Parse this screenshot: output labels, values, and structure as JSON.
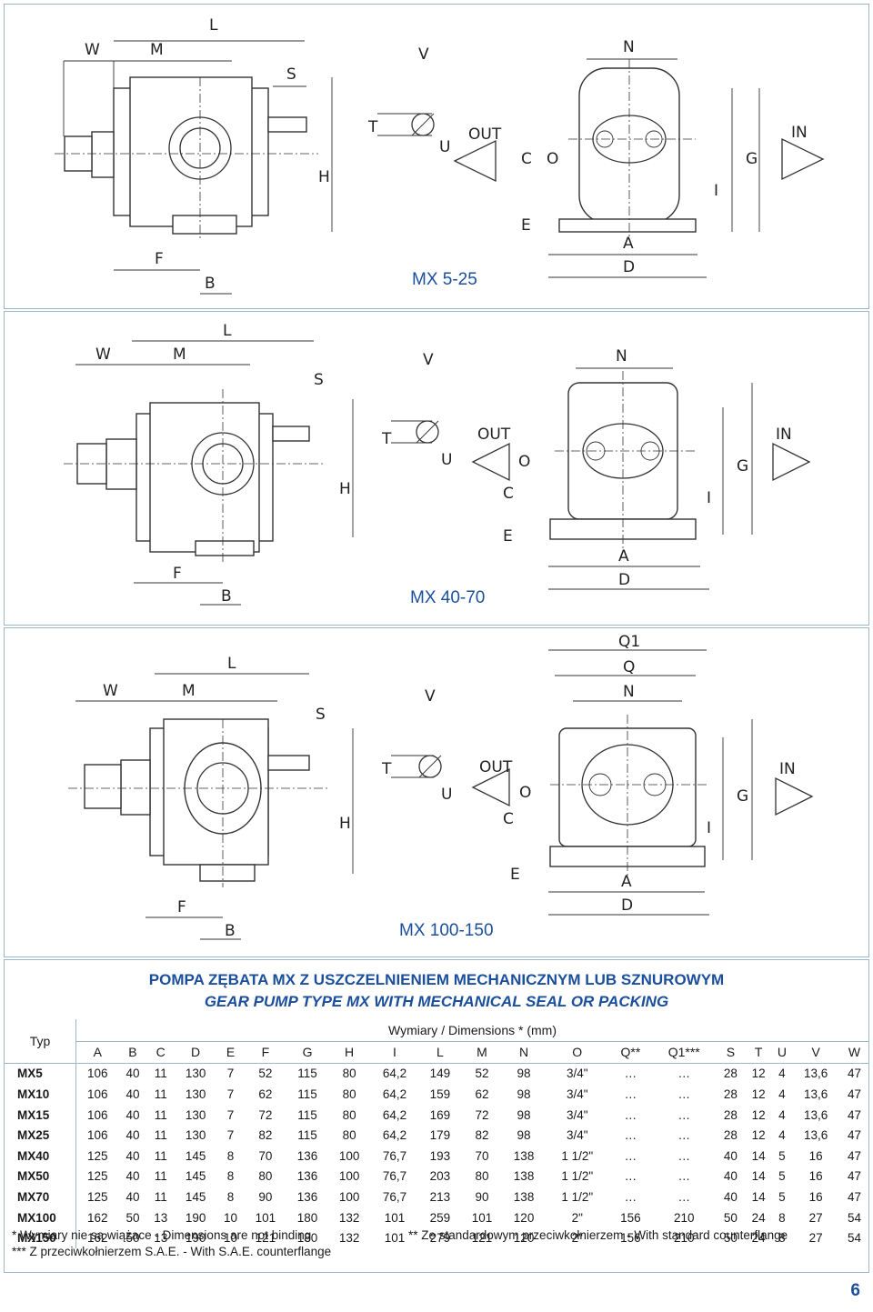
{
  "diagrams": [
    {
      "label": "MX 5-25",
      "dims": {
        "W": "W",
        "M": "M",
        "L": "L",
        "S": "S",
        "V": "V",
        "T": "T",
        "U": "U",
        "OUT": "OUT",
        "N": "N",
        "IN": "IN",
        "C": "C",
        "O": "O",
        "E": "E",
        "G": "G",
        "I": "I",
        "H": "H",
        "F": "F",
        "B": "B",
        "A": "A",
        "D": "D"
      }
    },
    {
      "label": "MX 40-70",
      "dims": {
        "W": "W",
        "M": "M",
        "L": "L",
        "S": "S",
        "V": "V",
        "T": "T",
        "U": "U",
        "OUT": "OUT",
        "N": "N",
        "IN": "IN",
        "C": "C",
        "O": "O",
        "E": "E",
        "G": "G",
        "I": "I",
        "H": "H",
        "F": "F",
        "B": "B",
        "A": "A",
        "D": "D"
      }
    },
    {
      "label": "MX 100-150",
      "dims": {
        "W": "W",
        "M": "M",
        "L": "L",
        "S": "S",
        "V": "V",
        "T": "T",
        "U": "U",
        "OUT": "OUT",
        "N": "N",
        "Q": "Q",
        "Q1": "Q1",
        "IN": "IN",
        "C": "C",
        "O": "O",
        "E": "E",
        "G": "G",
        "I": "I",
        "H": "H",
        "F": "F",
        "B": "B",
        "A": "A",
        "D": "D"
      }
    }
  ],
  "table": {
    "title_pl": "POMPA ZĘBATA MX Z USZCZELNIENIEM MECHANICZNYM LUB SZNUROWYM",
    "title_en": "GEAR PUMP TYPE MX WITH MECHANICAL SEAL OR PACKING",
    "type_header": "Typ",
    "group_header": "Wymiary / Dimensions * (mm)",
    "columns": [
      "A",
      "B",
      "C",
      "D",
      "E",
      "F",
      "G",
      "H",
      "I",
      "L",
      "M",
      "N",
      "O",
      "Q**",
      "Q1***",
      "S",
      "T",
      "U",
      "V",
      "W"
    ],
    "rows": [
      {
        "type": "MX5",
        "values": [
          "106",
          "40",
          "11",
          "130",
          "7",
          "52",
          "115",
          "80",
          "64,2",
          "149",
          "52",
          "98",
          "3/4\"",
          "…",
          "…",
          "28",
          "12",
          "4",
          "13,6",
          "47"
        ]
      },
      {
        "type": "MX10",
        "values": [
          "106",
          "40",
          "11",
          "130",
          "7",
          "62",
          "115",
          "80",
          "64,2",
          "159",
          "62",
          "98",
          "3/4\"",
          "…",
          "…",
          "28",
          "12",
          "4",
          "13,6",
          "47"
        ]
      },
      {
        "type": "MX15",
        "values": [
          "106",
          "40",
          "11",
          "130",
          "7",
          "72",
          "115",
          "80",
          "64,2",
          "169",
          "72",
          "98",
          "3/4\"",
          "…",
          "…",
          "28",
          "12",
          "4",
          "13,6",
          "47"
        ]
      },
      {
        "type": "MX25",
        "values": [
          "106",
          "40",
          "11",
          "130",
          "7",
          "82",
          "115",
          "80",
          "64,2",
          "179",
          "82",
          "98",
          "3/4\"",
          "…",
          "…",
          "28",
          "12",
          "4",
          "13,6",
          "47"
        ]
      },
      {
        "type": "MX40",
        "values": [
          "125",
          "40",
          "11",
          "145",
          "8",
          "70",
          "136",
          "100",
          "76,7",
          "193",
          "70",
          "138",
          "1 1/2\"",
          "…",
          "…",
          "40",
          "14",
          "5",
          "16",
          "47"
        ]
      },
      {
        "type": "MX50",
        "values": [
          "125",
          "40",
          "11",
          "145",
          "8",
          "80",
          "136",
          "100",
          "76,7",
          "203",
          "80",
          "138",
          "1 1/2\"",
          "…",
          "…",
          "40",
          "14",
          "5",
          "16",
          "47"
        ]
      },
      {
        "type": "MX70",
        "values": [
          "125",
          "40",
          "11",
          "145",
          "8",
          "90",
          "136",
          "100",
          "76,7",
          "213",
          "90",
          "138",
          "1 1/2\"",
          "…",
          "…",
          "40",
          "14",
          "5",
          "16",
          "47"
        ]
      },
      {
        "type": "MX100",
        "values": [
          "162",
          "50",
          "13",
          "190",
          "10",
          "101",
          "180",
          "132",
          "101",
          "259",
          "101",
          "120",
          "2\"",
          "156",
          "210",
          "50",
          "24",
          "8",
          "27",
          "54"
        ]
      },
      {
        "type": "MX150",
        "values": [
          "162",
          "50",
          "13",
          "190",
          "10",
          "121",
          "180",
          "132",
          "101",
          "279",
          "121",
          "120",
          "2\"",
          "156",
          "210",
          "50",
          "24",
          "8",
          "27",
          "54"
        ]
      }
    ],
    "footnote1": "*   Wymiary nie są wiążace  -  Dimensions are not binding",
    "footnote2": "** Ze standardowym przeciwkołnierzem  -  With standard counterflange",
    "footnote3": "*** Z przeciwkołnierzem S.A.E.  -  With S.A.E. counterflange"
  },
  "page_number": "6",
  "colors": {
    "accent": "#1b4f9c",
    "border": "#9fb5cc"
  }
}
